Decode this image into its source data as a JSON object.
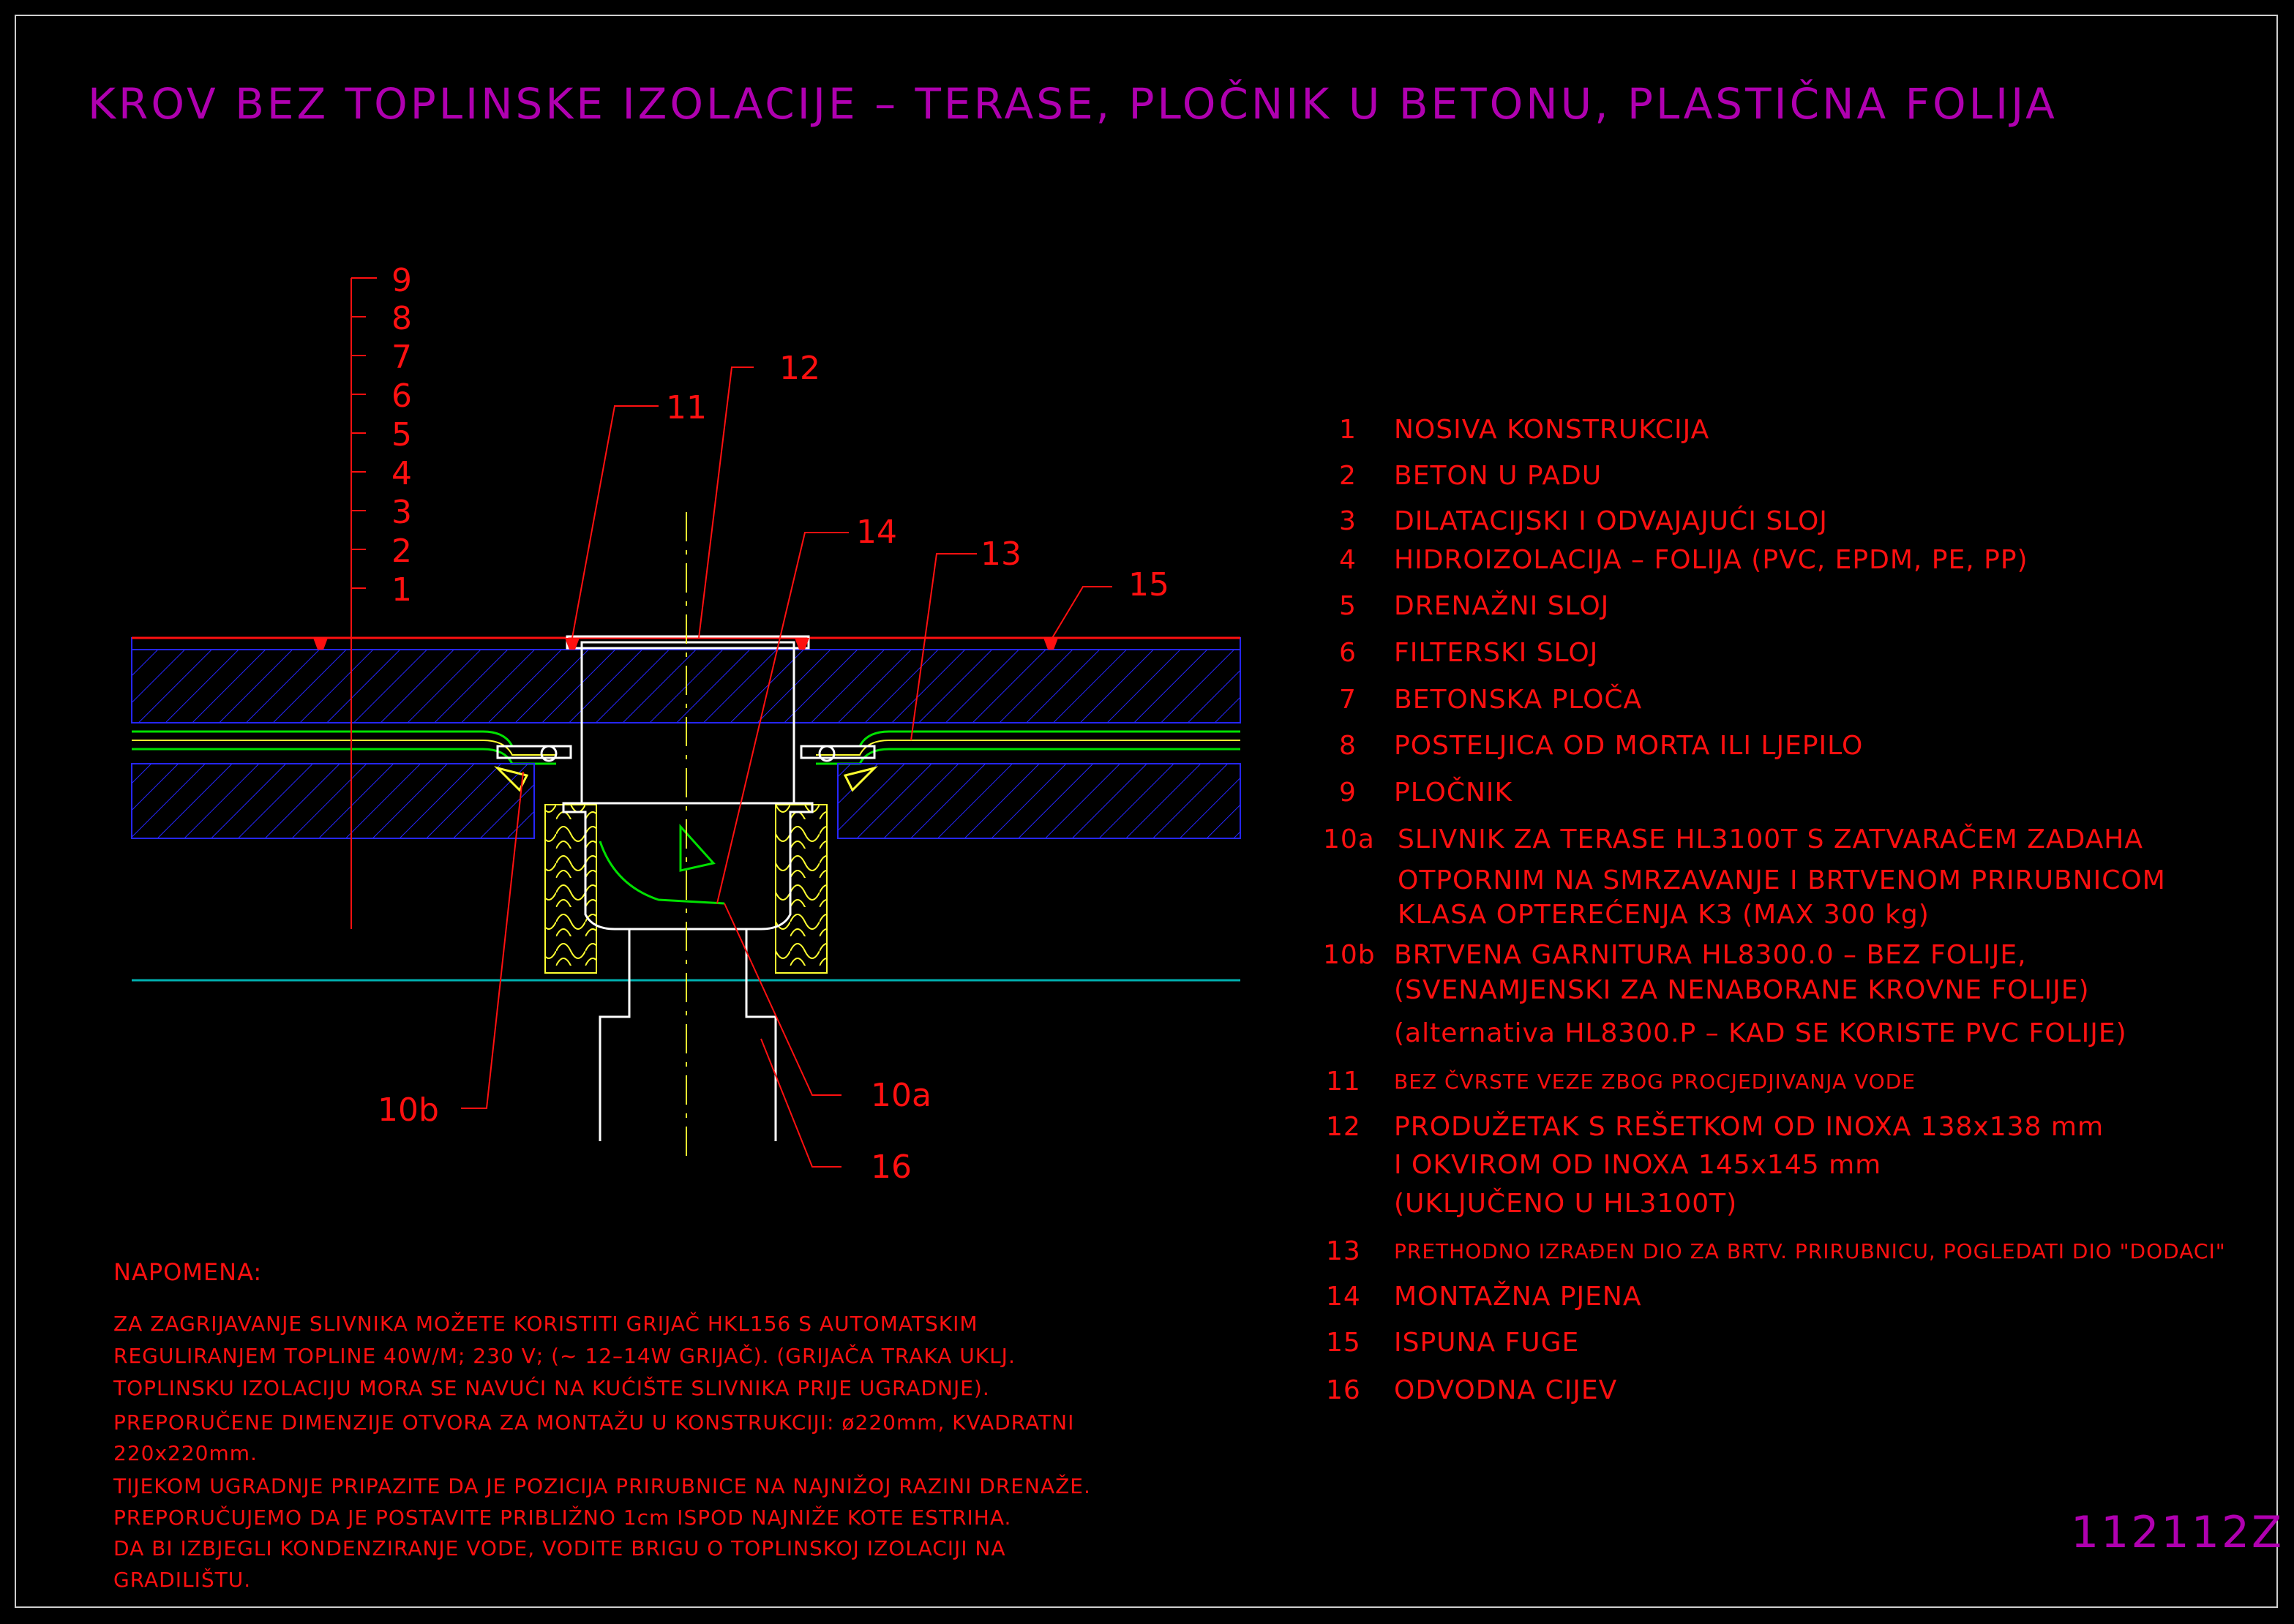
{
  "title": "KROV BEZ TOPLINSKE IZOLACIJE – TERASE, PLOČNIK U BETONU, PLASTIČNA FOLIJA",
  "drawing_code": "112112Z",
  "colors": {
    "title": "#b000b0",
    "text": "#ff1010",
    "layer_blue": "#2626ff",
    "green": "#00e000",
    "yellow": "#ffff30",
    "cyan": "#00b0b0",
    "frame": "#cfcfcf"
  },
  "layer_scale": [
    "1",
    "2",
    "3",
    "4",
    "5",
    "6",
    "7",
    "8",
    "9"
  ],
  "callouts": {
    "c10a": "10a",
    "c10b": "10b",
    "c11": "11",
    "c12": "12",
    "c13": "13",
    "c14": "14",
    "c15": "15",
    "c16": "16"
  },
  "legend": [
    {
      "num": "1",
      "text": "NOSIVA KONSTRUKCIJA"
    },
    {
      "num": "2",
      "text": "BETON U PADU"
    },
    {
      "num": "3",
      "text": "DILATACIJSKI I ODVAJAJUĆI SLOJ"
    },
    {
      "num": "4",
      "text": "HIDROIZOLACIJA – FOLIJA (PVC, EPDM, PE, PP)"
    },
    {
      "num": "5",
      "text": "DRENAŽNI SLOJ"
    },
    {
      "num": "6",
      "text": "FILTERSKI SLOJ"
    },
    {
      "num": "7",
      "text": "BETONSKA PLOČA"
    },
    {
      "num": "8",
      "text": "POSTELJICA OD MORTA ILI LJEPILO"
    },
    {
      "num": "9",
      "text": "PLOČNIK"
    },
    {
      "num": "10a",
      "text": "SLIVNIK ZA TERASE HL3100T S ZATVARAČEM ZADAHA"
    },
    {
      "num": "",
      "text": "OTPORNIM NA SMRZAVANJE I BRTVENOM PRIRUBNICOM"
    },
    {
      "num": "",
      "text": "KLASA OPTEREĆENJA K3 (MAX 300 kg)"
    },
    {
      "num": "10b",
      "text": "BRTVENA GARNITURA HL8300.0 – BEZ FOLIJE,"
    },
    {
      "num": "",
      "text": "(SVENAMJENSKI ZA NENABORANE KROVNE FOLIJE)"
    },
    {
      "num": "",
      "text": "(alternativa HL8300.P – KAD SE KORISTE PVC FOLIJE)"
    },
    {
      "num": "11",
      "text": "BEZ ČVRSTE VEZE ZBOG PROCJEDJIVANJA VODE"
    },
    {
      "num": "12",
      "text": "PRODUŽETAK S REŠETKOM OD INOXA 138x138 mm"
    },
    {
      "num": "",
      "text": "I OKVIROM OD INOXA 145x145 mm"
    },
    {
      "num": "",
      "text": "(UKLJUČENO U HL3100T)"
    },
    {
      "num": "13",
      "text": "PRETHODNO IZRAĐEN DIO ZA BRTV. PRIRUBNICU, POGLEDATI DIO \"DODACI\""
    },
    {
      "num": "14",
      "text": "MONTAŽNA PJENA"
    },
    {
      "num": "15",
      "text": "ISPUNA FUGE"
    },
    {
      "num": "16",
      "text": "ODVODNA CIJEV"
    }
  ],
  "notes": {
    "heading": "NAPOMENA:",
    "lines": [
      "ZA ZAGRIJAVANJE SLIVNIKA MOŽETE KORISTITI GRIJAČ HKL156 S AUTOMATSKIM",
      "REGULIRANJEM TOPLINE 40W/M; 230 V;  (~ 12–14W GRIJAČ). (GRIJAČA TRAKA UKLJ.",
      "TOPLINSKU IZOLACIJU MORA SE NAVUĆI NA KUĆIŠTE SLIVNIKA PRIJE UGRADNJE).",
      "PREPORUČENE DIMENZIJE OTVORA ZA MONTAŽU U KONSTRUKCIJI: ø220mm, KVADRATNI",
      "220x220mm.",
      "TIJEKOM UGRADNJE PRIPAZITE DA JE POZICIJA PRIRUBNICE NA NAJNIŽOJ RAZINI DRENAŽE.",
      "PREPORUČUJEMO DA JE POSTAVITE PRIBLIŽNO 1cm ISPOD NAJNIŽE KOTE ESTRIHA.",
      "DA BI IZBJEGLI KONDENZIRANJE VODE, VODITE BRIGU O TOPLINSKOJ IZOLACIJI NA",
      "GRADILIŠTU."
    ]
  }
}
